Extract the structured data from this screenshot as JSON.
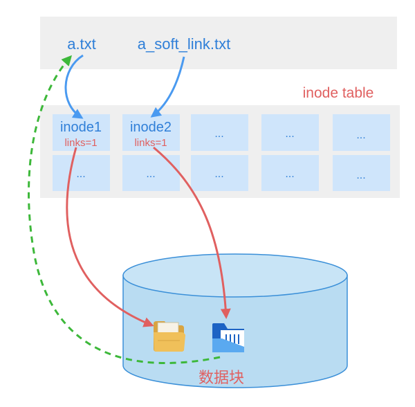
{
  "directory": {
    "file_hard": "a.txt",
    "file_soft": "a_soft_link.txt"
  },
  "inode_table": {
    "title": "inode table",
    "row1": [
      {
        "name": "inode1",
        "sub": "links=1"
      },
      {
        "name": "inode2",
        "sub": "links=1"
      },
      {
        "name": "...",
        "sub": ""
      },
      {
        "name": "...",
        "sub": ""
      },
      {
        "name": "...",
        "sub": ""
      }
    ],
    "row2": [
      "...",
      "...",
      "...",
      "...",
      "..."
    ]
  },
  "storage": {
    "label": "数据块",
    "items": [
      "folder-icon",
      "folder-open-icon"
    ]
  },
  "colors": {
    "panel": "#efefef",
    "cell": "#cfe5fb",
    "blue_text": "#2f7fd8",
    "red": "#e06060",
    "arrow_blue": "#4a9af0",
    "green": "#3db83a",
    "cylinder": "#b9dcf2",
    "cylinder_stroke": "#3a8fd8"
  }
}
